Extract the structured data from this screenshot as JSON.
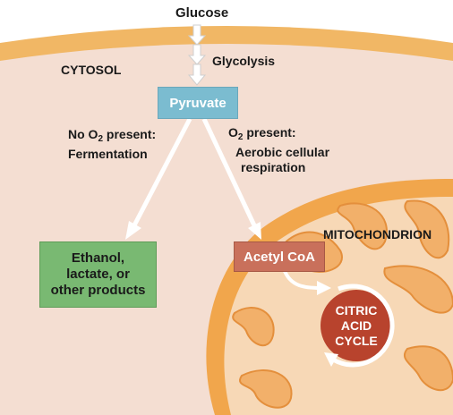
{
  "input": {
    "label": "Glucose"
  },
  "process": {
    "label": "Glycolysis"
  },
  "compartments": {
    "cytosol": "CYTOSOL",
    "mitochondrion": "MITOCHONDRION"
  },
  "pyruvate": {
    "label": "Pyruvate"
  },
  "branch_anaerobic": {
    "line1_prefix": "No O",
    "subscript": "2",
    "line1_suffix": " present:",
    "line2": "Fermentation"
  },
  "branch_aerobic": {
    "line1_prefix": "O",
    "subscript": "2",
    "line1_suffix": " present:",
    "line2": "Aerobic cellular",
    "line3": "respiration"
  },
  "products": {
    "line1": "Ethanol,",
    "line2": "lactate, or",
    "line3": "other products"
  },
  "acetyl": {
    "label": "Acetyl CoA"
  },
  "cycle": {
    "line1": "CITRIC",
    "line2": "ACID",
    "line3": "CYCLE"
  },
  "colors": {
    "cytosol_fill": "#f4ded2",
    "cell_membrane": "#f1b765",
    "mito_outer": "#f1a64c",
    "mito_matrix": "#f7d8b6",
    "pyruvate": "#7bbcd0",
    "products": "#79b972",
    "acetyl": "#c9705b",
    "cycle": "#b8432d"
  }
}
